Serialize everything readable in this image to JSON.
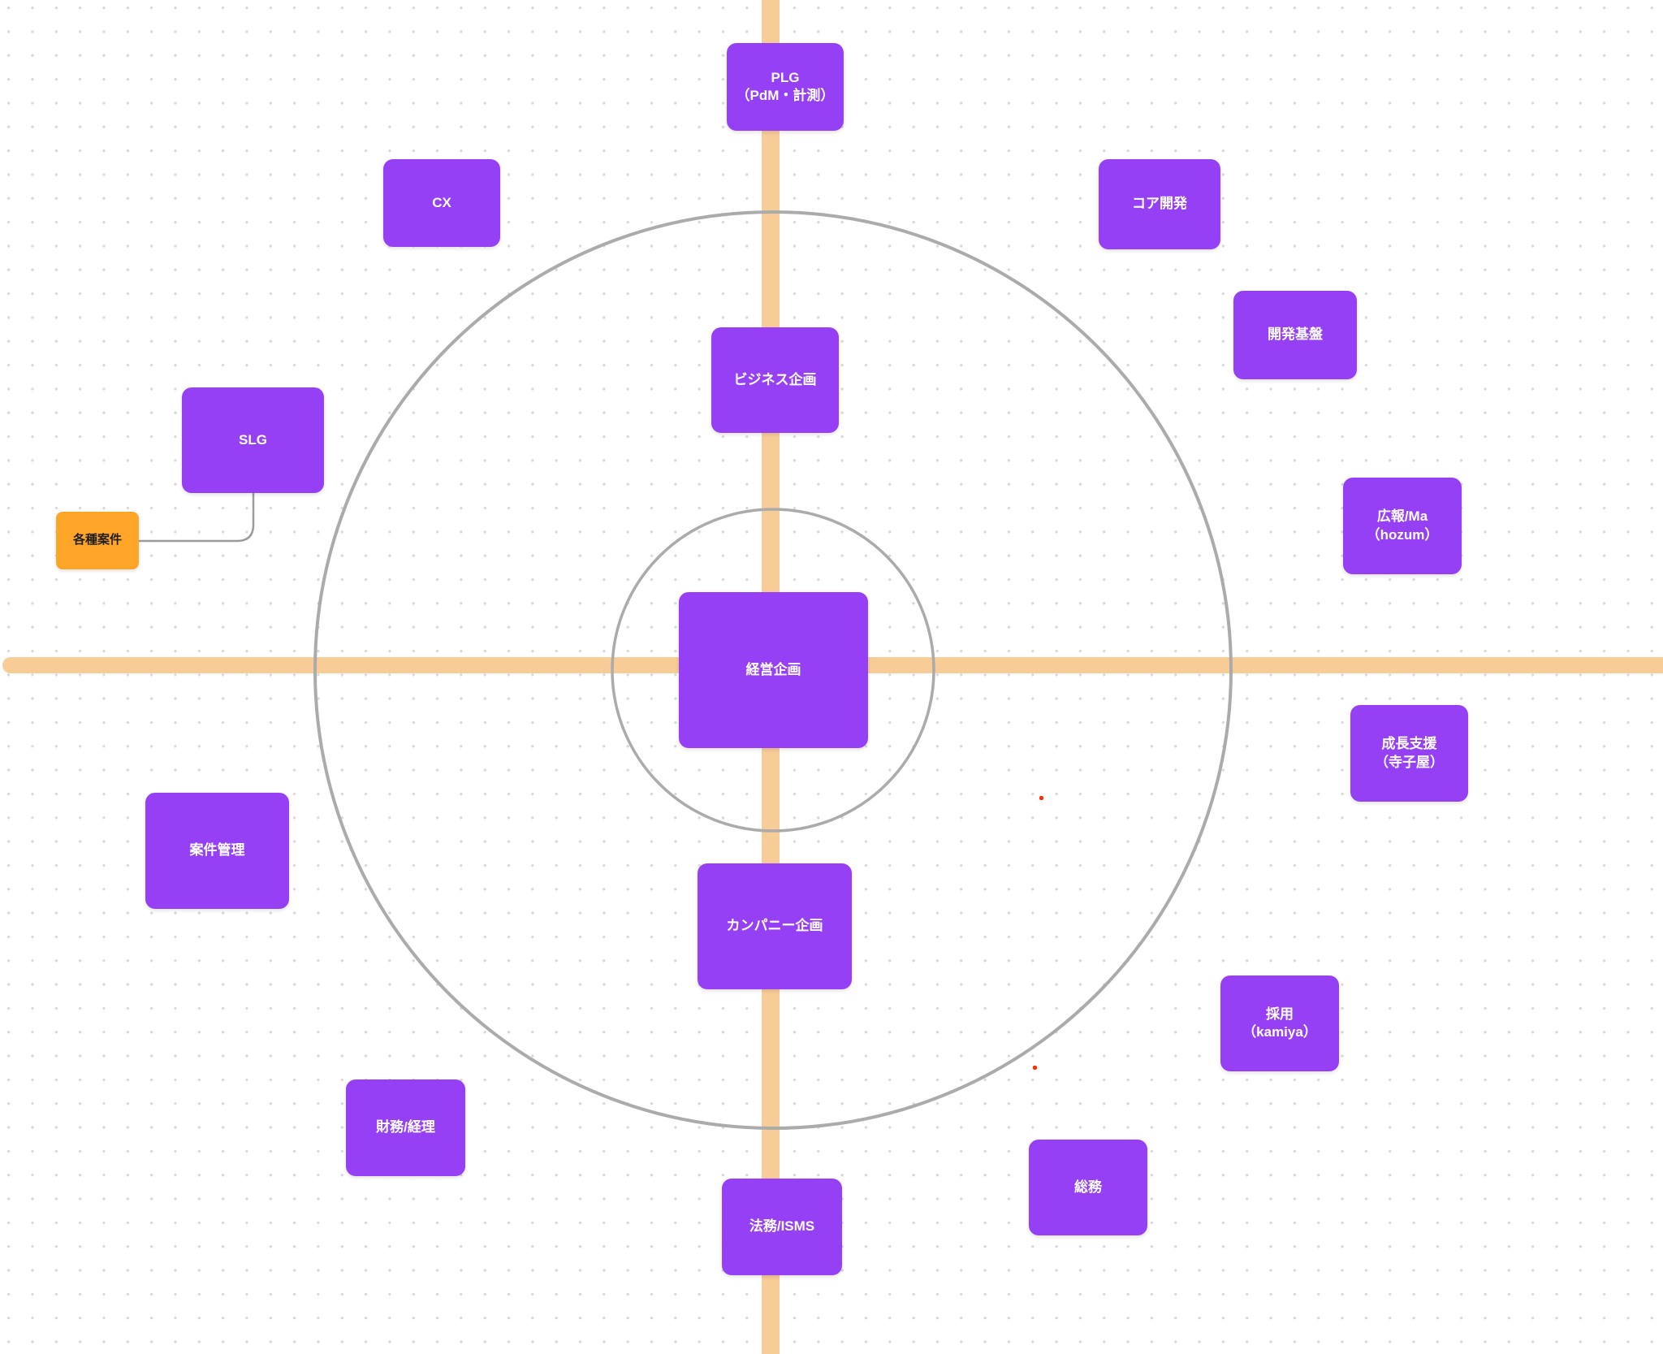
{
  "board": {
    "colors": {
      "background": "#FFFFFF",
      "grid_dot": "#D9D9D9",
      "axis_band": "#F8CC97",
      "orbit_stroke": "#ABABAB",
      "connector": "#9C9C9C",
      "node_fill": "#9640F5",
      "node_text": "#FFFFFF",
      "note_fill": "#FFA629",
      "note_text": "#1E1E1E",
      "marker": "#FF3000"
    }
  },
  "nodes": [
    {
      "id": "plg",
      "label": "PLG\n（PdM・計測）"
    },
    {
      "id": "cx",
      "label": "CX"
    },
    {
      "id": "core-dev",
      "label": "コア開発"
    },
    {
      "id": "dev-platform",
      "label": "開発基盤"
    },
    {
      "id": "business-planning",
      "label": "ビジネス企画"
    },
    {
      "id": "slg",
      "label": "SLG"
    },
    {
      "id": "pr-ma",
      "label": "広報/Ma\n（hozum）"
    },
    {
      "id": "management-planning",
      "label": "経営企画"
    },
    {
      "id": "growth-support",
      "label": "成長支援\n（寺子屋）"
    },
    {
      "id": "case-management",
      "label": "案件管理"
    },
    {
      "id": "company-planning",
      "label": "カンパニー企画"
    },
    {
      "id": "recruitment",
      "label": "採用\n（kamiya）"
    },
    {
      "id": "finance-accounting",
      "label": "財務/経理"
    },
    {
      "id": "general-affairs",
      "label": "総務"
    },
    {
      "id": "legal-isms",
      "label": "法務/ISMS"
    }
  ],
  "note": {
    "id": "kakushu-anken",
    "label": "各種案件"
  }
}
